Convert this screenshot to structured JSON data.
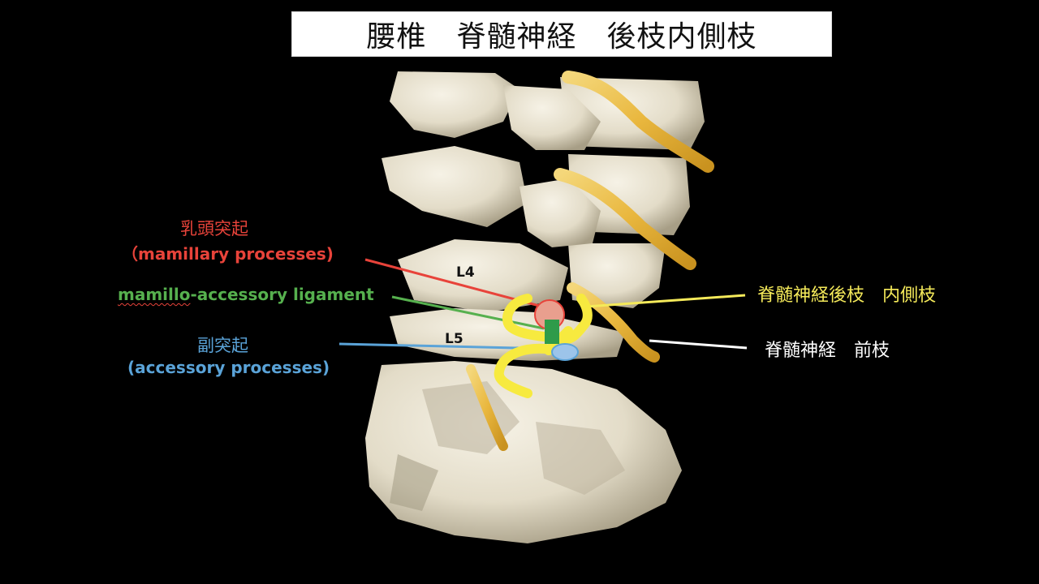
{
  "title": "腰椎　脊髄神経　後枝内側枝",
  "vertebra_labels": {
    "l4": "L4",
    "l5": "L5"
  },
  "labels": {
    "mamillary_ja": "乳頭突起",
    "mamillary_en": "（mamillary processes)",
    "ligament_prefix": "mamillo",
    "ligament_rest": "-accessory ligament",
    "accessory_ja": "副突起",
    "accessory_en": "(accessory processes)",
    "posterior_medial": "脊髄神経後枝　内側枝",
    "anterior_ramus": "脊髄神経　前枝"
  },
  "colors": {
    "mamillary": "#e8433a",
    "ligament": "#56b04e",
    "accessory": "#5aa3d8",
    "nerve": "#f5ea5a",
    "anterior": "#ffffff"
  }
}
